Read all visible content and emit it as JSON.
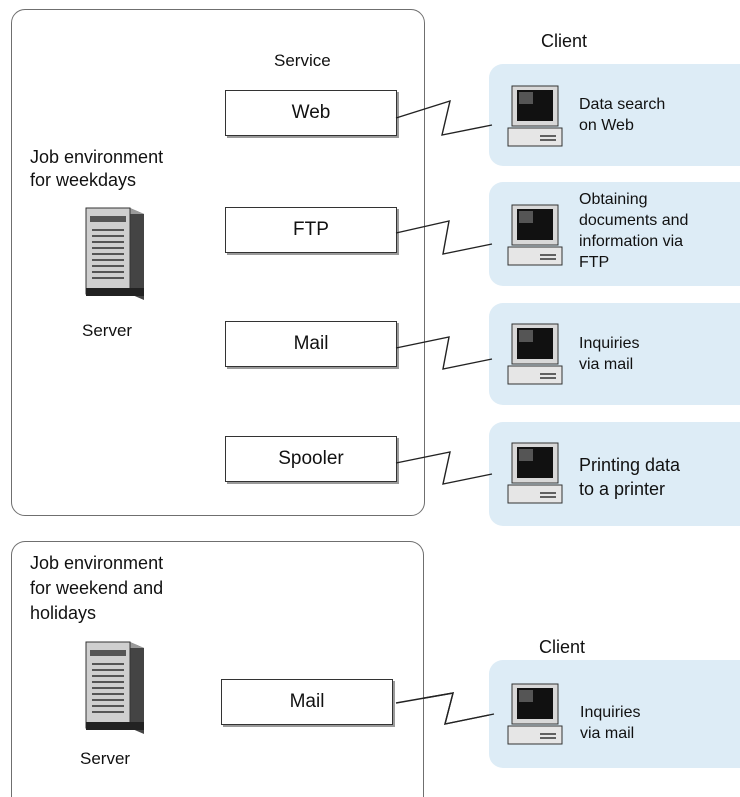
{
  "weekday_env": {
    "title_lines": [
      "Job environment",
      "for weekdays"
    ],
    "server_label": "Server",
    "service_header": "Service",
    "client_header": "Client",
    "services": [
      "Web",
      "FTP",
      "Mail",
      "Spooler"
    ],
    "clients": [
      {
        "lines": [
          "Data search",
          "on Web"
        ]
      },
      {
        "lines": [
          "Obtaining",
          "documents and",
          "information via",
          "FTP"
        ]
      },
      {
        "lines": [
          "Inquiries",
          "via mail"
        ]
      },
      {
        "lines": [
          "Printing data",
          "to a printer"
        ]
      }
    ]
  },
  "weekend_env": {
    "title_lines": [
      "Job environment",
      "for weekend and",
      "holidays"
    ],
    "server_label": "Server",
    "client_header": "Client",
    "services": [
      "Mail"
    ],
    "clients": [
      {
        "lines": [
          "Inquiries",
          "via mail"
        ]
      }
    ]
  },
  "icons": {
    "server": "server-tower-icon",
    "client": "desktop-computer-icon",
    "connection": "network-lightning-link-icon"
  }
}
